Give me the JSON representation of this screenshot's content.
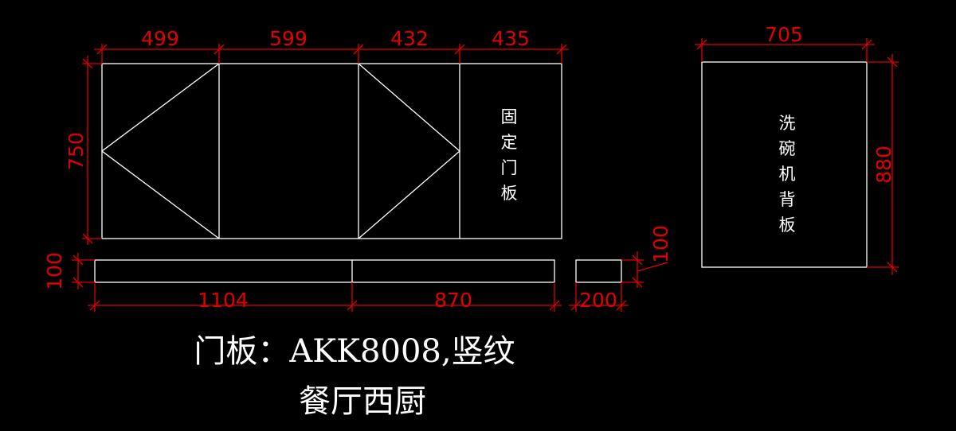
{
  "dims": {
    "top": [
      "499",
      "599",
      "432",
      "435"
    ],
    "left_height": "750",
    "right_width": "705",
    "right_height": "880",
    "plinth_left_height": "100",
    "plinth_right_height": "100",
    "bottom": [
      "1104",
      "870"
    ],
    "small": "200"
  },
  "labels": {
    "fixed_panel": [
      "固",
      "定",
      "门",
      "板"
    ],
    "dishwasher_panel": [
      "洗",
      "碗",
      "机",
      "背",
      "板"
    ]
  },
  "caption": {
    "line1": "门板：AKK8008,竖纹",
    "line2": "餐厅西厨"
  },
  "colors": {
    "background": "#000000",
    "outline": "#ffffff",
    "dimension": "#e00000"
  }
}
